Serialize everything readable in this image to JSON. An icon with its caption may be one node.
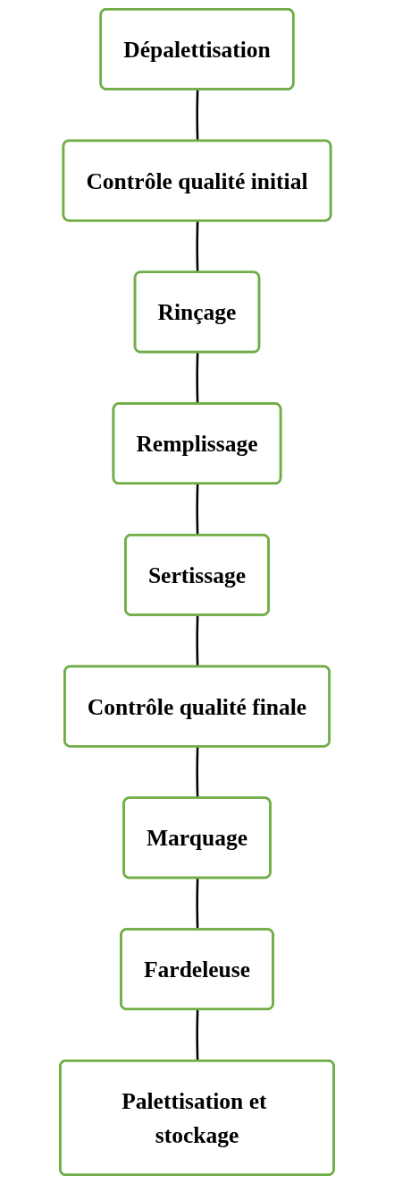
{
  "diagram": {
    "nodes": [
      {
        "text": [
          "Dépalettisation"
        ]
      },
      {
        "text": [
          "Contrôle qualité initial"
        ]
      },
      {
        "text": [
          "Rinçage"
        ]
      },
      {
        "text": [
          "Remplissage"
        ]
      },
      {
        "text": [
          "Sertissage"
        ]
      },
      {
        "text": [
          "Contrôle qualité finale"
        ]
      },
      {
        "text": [
          "Marquage"
        ]
      },
      {
        "text": [
          "Fardeleuse"
        ]
      },
      {
        "text": [
          "Palettisation et stockage"
        ]
      }
    ],
    "edges": [
      {
        "from": 0,
        "to": 1,
        "arrow": "none"
      },
      {
        "from": 1,
        "to": 2,
        "arrow": "none"
      },
      {
        "from": 2,
        "to": 3,
        "arrow": "none"
      },
      {
        "from": 3,
        "to": 4,
        "arrow": "none"
      },
      {
        "from": 4,
        "to": 5,
        "arrow": "none"
      },
      {
        "from": 5,
        "to": 6,
        "arrow": "none"
      },
      {
        "from": 6,
        "to": 7,
        "arrow": "none"
      },
      {
        "from": 7,
        "to": 8,
        "arrow": "none"
      }
    ]
  }
}
